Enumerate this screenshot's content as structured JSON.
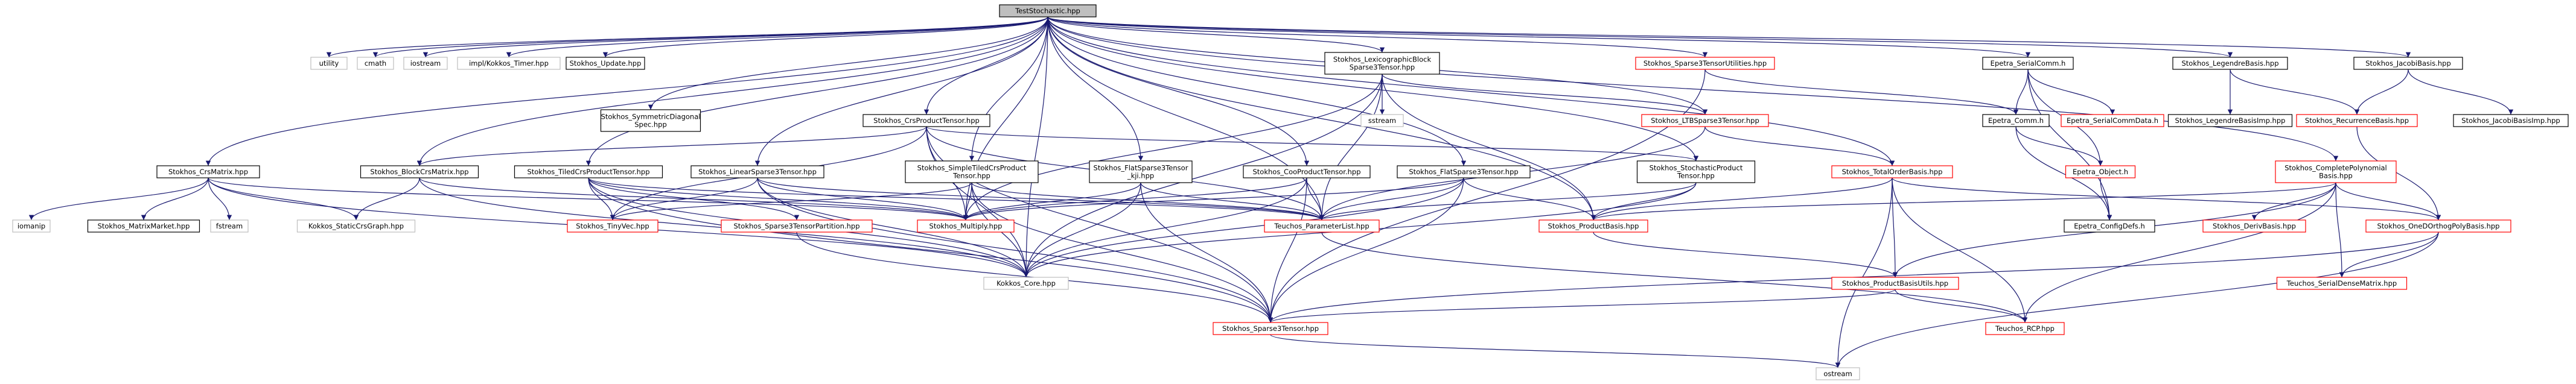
{
  "colors": {
    "edge": "#191970",
    "root_fill": "#bfbfbf",
    "doc": "#000000",
    "undoc": "#ff0000",
    "external": "#bfbfbf"
  },
  "nodes": [
    {
      "id": "root",
      "lines": [
        "TestStochastic.hpp"
      ],
      "kind": "root"
    },
    {
      "id": "utility",
      "lines": [
        "utility"
      ],
      "kind": "external"
    },
    {
      "id": "cmath",
      "lines": [
        "cmath"
      ],
      "kind": "external"
    },
    {
      "id": "iostream",
      "lines": [
        "iostream"
      ],
      "kind": "external"
    },
    {
      "id": "kktimer",
      "lines": [
        "impl/Kokkos_Timer.hpp"
      ],
      "kind": "external"
    },
    {
      "id": "update",
      "lines": [
        "Stokhos_Update.hpp"
      ],
      "kind": "doc"
    },
    {
      "id": "symdiag",
      "lines": [
        "Stokhos_SymmetricDiagonal",
        "Spec.hpp"
      ],
      "kind": "doc"
    },
    {
      "id": "lexblock",
      "lines": [
        "Stokhos_LexicographicBlock",
        "Sparse3Tensor.hpp"
      ],
      "kind": "doc"
    },
    {
      "id": "sstream",
      "lines": [
        "sstream"
      ],
      "kind": "external"
    },
    {
      "id": "sp3util",
      "lines": [
        "Stokhos_Sparse3TensorUtilities.hpp"
      ],
      "kind": "undoc"
    },
    {
      "id": "epcomm",
      "lines": [
        "Epetra_SerialComm.h"
      ],
      "kind": "doc"
    },
    {
      "id": "legbasis",
      "lines": [
        "Stokhos_LegendreBasis.hpp"
      ],
      "kind": "doc"
    },
    {
      "id": "jacbasis",
      "lines": [
        "Stokhos_JacobiBasis.hpp"
      ],
      "kind": "doc"
    },
    {
      "id": "ltb",
      "lines": [
        "Stokhos_LTBSparse3Tensor.hpp"
      ],
      "kind": "undoc"
    },
    {
      "id": "ep_comm",
      "lines": [
        "Epetra_Comm.h"
      ],
      "kind": "doc"
    },
    {
      "id": "epserialdata",
      "lines": [
        "Epetra_SerialCommData.h"
      ],
      "kind": "undoc"
    },
    {
      "id": "legimp",
      "lines": [
        "Stokhos_LegendreBasisImp.hpp"
      ],
      "kind": "doc"
    },
    {
      "id": "recurrence",
      "lines": [
        "Stokhos_RecurrenceBasis.hpp"
      ],
      "kind": "undoc"
    },
    {
      "id": "jacimp",
      "lines": [
        "Stokhos_JacobiBasisImp.hpp"
      ],
      "kind": "doc"
    },
    {
      "id": "crsprod",
      "lines": [
        "Stokhos_CrsProductTensor.hpp"
      ],
      "kind": "doc"
    },
    {
      "id": "epobject",
      "lines": [
        "Epetra_Object.h"
      ],
      "kind": "undoc"
    },
    {
      "id": "totalorder",
      "lines": [
        "Stokhos_TotalOrderBasis.hpp"
      ],
      "kind": "undoc"
    },
    {
      "id": "complete",
      "lines": [
        "Stokhos_CompletePolynomial",
        "Basis.hpp"
      ],
      "kind": "undoc"
    },
    {
      "id": "crsmatrix",
      "lines": [
        "Stokhos_CrsMatrix.hpp"
      ],
      "kind": "doc"
    },
    {
      "id": "blockcrs",
      "lines": [
        "Stokhos_BlockCrsMatrix.hpp"
      ],
      "kind": "doc"
    },
    {
      "id": "tiledcrs",
      "lines": [
        "Stokhos_TiledCrsProductTensor.hpp"
      ],
      "kind": "doc"
    },
    {
      "id": "linsp",
      "lines": [
        "Stokhos_LinearSparse3Tensor.hpp"
      ],
      "kind": "doc"
    },
    {
      "id": "simpletiled",
      "lines": [
        "Stokhos_SimpleTiledCrsProduct",
        "Tensor.hpp"
      ],
      "kind": "doc"
    },
    {
      "id": "flatkji",
      "lines": [
        "Stokhos_FlatSparse3Tensor",
        "_kji.hpp"
      ],
      "kind": "doc"
    },
    {
      "id": "cooprod",
      "lines": [
        "Stokhos_CooProductTensor.hpp"
      ],
      "kind": "doc"
    },
    {
      "id": "flatsp",
      "lines": [
        "Stokhos_FlatSparse3Tensor.hpp"
      ],
      "kind": "doc"
    },
    {
      "id": "stochprod",
      "lines": [
        "Stokhos_StochasticProduct",
        "Tensor.hpp"
      ],
      "kind": "doc"
    },
    {
      "id": "lomanip",
      "lines": [
        "iomanip"
      ],
      "kind": "external"
    },
    {
      "id": "mmarket",
      "lines": [
        "Stokhos_MatrixMarket.hpp"
      ],
      "kind": "doc"
    },
    {
      "id": "fstream",
      "lines": [
        "fstream"
      ],
      "kind": "external"
    },
    {
      "id": "staticcrs",
      "lines": [
        "Kokkos_StaticCrsGraph.hpp"
      ],
      "kind": "external"
    },
    {
      "id": "tinyvec",
      "lines": [
        "Stokhos_TinyVec.hpp"
      ],
      "kind": "undoc"
    },
    {
      "id": "sp3part",
      "lines": [
        "Stokhos_Sparse3TensorPartition.hpp"
      ],
      "kind": "undoc"
    },
    {
      "id": "multiply",
      "lines": [
        "Stokhos_Multiply.hpp"
      ],
      "kind": "undoc"
    },
    {
      "id": "paramlist",
      "lines": [
        "Teuchos_ParameterList.hpp"
      ],
      "kind": "undoc"
    },
    {
      "id": "prodbasis",
      "lines": [
        "Stokhos_ProductBasis.hpp"
      ],
      "kind": "undoc"
    },
    {
      "id": "configdefs",
      "lines": [
        "Epetra_ConfigDefs.h"
      ],
      "kind": "doc"
    },
    {
      "id": "derivbasis",
      "lines": [
        "Stokhos_DerivBasis.hpp"
      ],
      "kind": "undoc"
    },
    {
      "id": "oneD",
      "lines": [
        "Stokhos_OneDOrthogPolyBasis.hpp"
      ],
      "kind": "undoc"
    },
    {
      "id": "kcore",
      "lines": [
        "Kokkos_Core.hpp"
      ],
      "kind": "external"
    },
    {
      "id": "pbutils",
      "lines": [
        "Stokhos_ProductBasisUtils.hpp"
      ],
      "kind": "undoc"
    },
    {
      "id": "serialdense",
      "lines": [
        "Teuchos_SerialDenseMatrix.hpp"
      ],
      "kind": "undoc"
    },
    {
      "id": "sp3tensor",
      "lines": [
        "Stokhos_Sparse3Tensor.hpp"
      ],
      "kind": "undoc"
    },
    {
      "id": "rcp",
      "lines": [
        "Teuchos_RCP.hpp"
      ],
      "kind": "undoc"
    },
    {
      "id": "ostream",
      "lines": [
        "ostream"
      ],
      "kind": "external"
    }
  ],
  "edges": [
    [
      "root",
      "utility"
    ],
    [
      "root",
      "cmath"
    ],
    [
      "root",
      "iostream"
    ],
    [
      "root",
      "kktimer"
    ],
    [
      "root",
      "update"
    ],
    [
      "root",
      "symdiag"
    ],
    [
      "root",
      "lexblock"
    ],
    [
      "root",
      "sp3util"
    ],
    [
      "root",
      "epcomm"
    ],
    [
      "root",
      "legbasis"
    ],
    [
      "root",
      "jacbasis"
    ],
    [
      "root",
      "ltb"
    ],
    [
      "root",
      "crsprod"
    ],
    [
      "root",
      "complete"
    ],
    [
      "root",
      "crsmatrix"
    ],
    [
      "root",
      "blockcrs"
    ],
    [
      "root",
      "tiledcrs"
    ],
    [
      "root",
      "linsp"
    ],
    [
      "root",
      "simpletiled"
    ],
    [
      "root",
      "flatkji"
    ],
    [
      "root",
      "cooprod"
    ],
    [
      "root",
      "flatsp"
    ],
    [
      "root",
      "stochprod"
    ],
    [
      "root",
      "kcore"
    ],
    [
      "root",
      "totalorder"
    ],
    [
      "root",
      "multiply"
    ],
    [
      "root",
      "prodbasis"
    ],
    [
      "root",
      "paramlist"
    ],
    [
      "lexblock",
      "sstream"
    ],
    [
      "lexblock",
      "ltb"
    ],
    [
      "lexblock",
      "paramlist"
    ],
    [
      "lexblock",
      "kcore"
    ],
    [
      "lexblock",
      "prodbasis"
    ],
    [
      "lexblock",
      "multiply"
    ],
    [
      "sp3util",
      "ep_comm"
    ],
    [
      "sp3util",
      "sp3tensor"
    ],
    [
      "epcomm",
      "ep_comm"
    ],
    [
      "epcomm",
      "epserialdata"
    ],
    [
      "epcomm",
      "epobject"
    ],
    [
      "epcomm",
      "configdefs"
    ],
    [
      "ep_comm",
      "epobject"
    ],
    [
      "ep_comm",
      "configdefs"
    ],
    [
      "epobject",
      "configdefs"
    ],
    [
      "legbasis",
      "legimp"
    ],
    [
      "legbasis",
      "recurrence"
    ],
    [
      "jacbasis",
      "recurrence"
    ],
    [
      "jacbasis",
      "jacimp"
    ],
    [
      "recurrence",
      "oneD"
    ],
    [
      "ltb",
      "totalorder"
    ],
    [
      "ltb",
      "paramlist"
    ],
    [
      "totalorder",
      "prodbasis"
    ],
    [
      "totalorder",
      "pbutils"
    ],
    [
      "totalorder",
      "rcp"
    ],
    [
      "totalorder",
      "oneD"
    ],
    [
      "totalorder",
      "ostream"
    ],
    [
      "complete",
      "prodbasis"
    ],
    [
      "complete",
      "derivbasis"
    ],
    [
      "complete",
      "oneD"
    ],
    [
      "complete",
      "serialdense"
    ],
    [
      "complete",
      "rcp"
    ],
    [
      "complete",
      "pbutils"
    ],
    [
      "oneD",
      "serialdense"
    ],
    [
      "oneD",
      "sp3tensor"
    ],
    [
      "oneD",
      "ostream"
    ],
    [
      "crsprod",
      "blockcrs"
    ],
    [
      "crsprod",
      "multiply"
    ],
    [
      "crsprod",
      "paramlist"
    ],
    [
      "crsprod",
      "kcore"
    ],
    [
      "crsprod",
      "sp3tensor"
    ],
    [
      "crsprod",
      "stochprod"
    ],
    [
      "crsprod",
      "tinyvec"
    ],
    [
      "crsmatrix",
      "lomanip"
    ],
    [
      "crsmatrix",
      "mmarket"
    ],
    [
      "crsmatrix",
      "fstream"
    ],
    [
      "crsmatrix",
      "staticcrs"
    ],
    [
      "crsmatrix",
      "kcore"
    ],
    [
      "crsmatrix",
      "multiply"
    ],
    [
      "blockcrs",
      "multiply"
    ],
    [
      "blockcrs",
      "staticcrs"
    ],
    [
      "blockcrs",
      "kcore"
    ],
    [
      "tiledcrs",
      "tinyvec"
    ],
    [
      "tiledcrs",
      "sp3part"
    ],
    [
      "tiledcrs",
      "multiply"
    ],
    [
      "tiledcrs",
      "kcore"
    ],
    [
      "tiledcrs",
      "paramlist"
    ],
    [
      "tiledcrs",
      "sp3tensor"
    ],
    [
      "linsp",
      "multiply"
    ],
    [
      "linsp",
      "kcore"
    ],
    [
      "linsp",
      "tinyvec"
    ],
    [
      "linsp",
      "sp3tensor"
    ],
    [
      "linsp",
      "paramlist"
    ],
    [
      "simpletiled",
      "multiply"
    ],
    [
      "simpletiled",
      "kcore"
    ],
    [
      "simpletiled",
      "paramlist"
    ],
    [
      "simpletiled",
      "sp3tensor"
    ],
    [
      "simpletiled",
      "tinyvec"
    ],
    [
      "flatkji",
      "multiply"
    ],
    [
      "flatkji",
      "kcore"
    ],
    [
      "flatkji",
      "sp3tensor"
    ],
    [
      "flatkji",
      "paramlist"
    ],
    [
      "cooprod",
      "multiply"
    ],
    [
      "cooprod",
      "kcore"
    ],
    [
      "cooprod",
      "sp3tensor"
    ],
    [
      "cooprod",
      "paramlist"
    ],
    [
      "flatsp",
      "multiply"
    ],
    [
      "flatsp",
      "kcore"
    ],
    [
      "flatsp",
      "sp3tensor"
    ],
    [
      "flatsp",
      "paramlist"
    ],
    [
      "flatsp",
      "prodbasis"
    ],
    [
      "stochprod",
      "prodbasis"
    ],
    [
      "stochprod",
      "paramlist"
    ],
    [
      "stochprod",
      "kcore"
    ],
    [
      "sp3part",
      "sp3tensor"
    ],
    [
      "prodbasis",
      "pbutils"
    ],
    [
      "pbutils",
      "sp3tensor"
    ],
    [
      "pbutils",
      "rcp"
    ],
    [
      "paramlist",
      "rcp"
    ],
    [
      "sp3tensor",
      "ostream"
    ]
  ]
}
